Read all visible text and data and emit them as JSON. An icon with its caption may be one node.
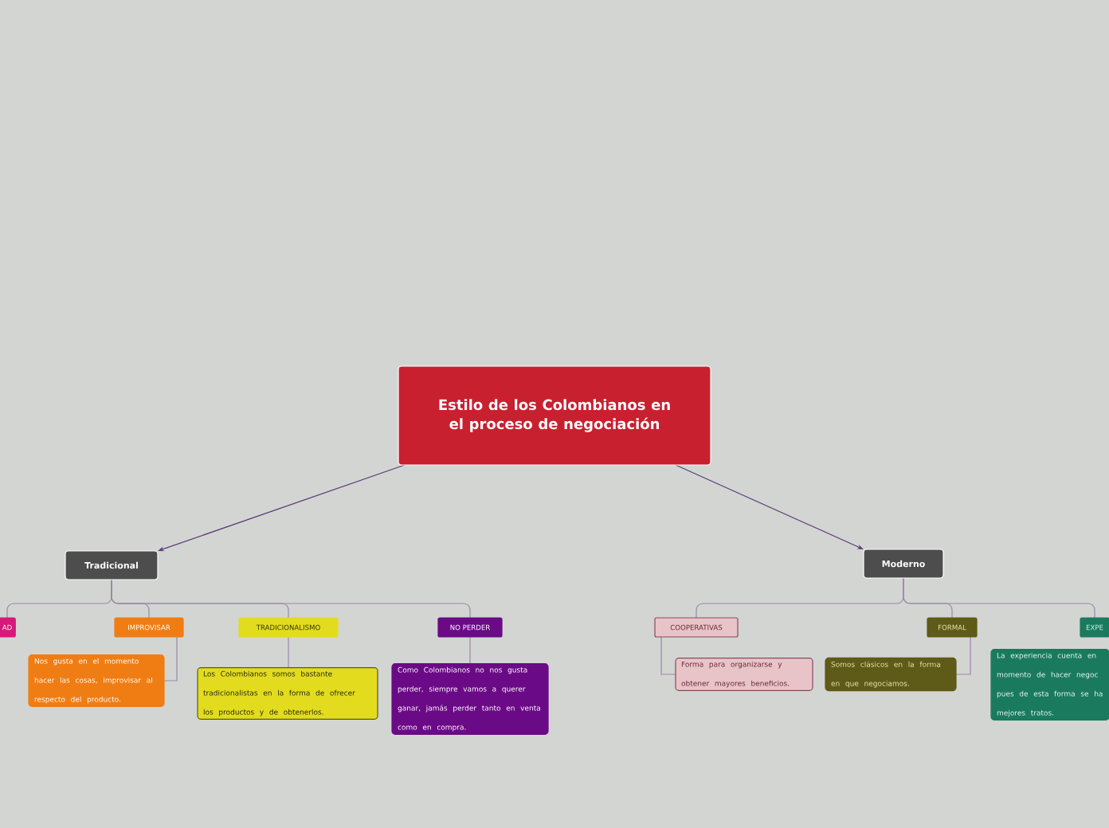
{
  "diagram": {
    "nodes": [
      {
        "text": [
          "Estilo de los Colombianos en el proceso de negociación"
        ]
      },
      {
        "text": [
          "Tradicional"
        ]
      },
      {
        "text": [
          "Moderno"
        ]
      },
      {
        "text": [
          "AD"
        ]
      },
      {
        "text": [
          "IMPROVISAR"
        ]
      },
      {
        "text": [
          "Nos gusta en el momento hacer las cosas, improvisar al respecto del producto."
        ]
      },
      {
        "text": [
          "TRADICIONALISMO"
        ]
      },
      {
        "text": [
          "Los Colombianos somos bastante tradicionalistas en la forma de ofrecer los productos y de obtenerlos."
        ]
      },
      {
        "text": [
          "NO PERDER"
        ]
      },
      {
        "text": [
          "Como Colombianos no nos gusta perder, siempre vamos a querer ganar, jamás perder tanto en venta como en compra."
        ]
      },
      {
        "text": [
          "COOPERATIVAS"
        ]
      },
      {
        "text": [
          "Forma para organizarse y obtener mayores beneficios."
        ]
      },
      {
        "text": [
          "FORMAL"
        ]
      },
      {
        "text": [
          "Somos clásicos en la forma en que negociamos."
        ]
      },
      {
        "text": [
          "EXPE"
        ]
      },
      {
        "text": [
          "La experiencia cuenta en momento de hacer negoc pues de esta forma se ha mejores tratos."
        ]
      }
    ],
    "edges": [
      {
        "from": 0,
        "to": 1,
        "arrow": "to",
        "color": "#5b3a78"
      },
      {
        "from": 0,
        "to": 2,
        "arrow": "to",
        "color": "#5b3a78"
      },
      {
        "from": 1,
        "to": 3,
        "arrow": "none"
      },
      {
        "from": 1,
        "to": 4,
        "arrow": "none"
      },
      {
        "from": 1,
        "to": 6,
        "arrow": "none"
      },
      {
        "from": 1,
        "to": 8,
        "arrow": "none"
      },
      {
        "from": 2,
        "to": 10,
        "arrow": "none"
      },
      {
        "from": 2,
        "to": 12,
        "arrow": "none"
      },
      {
        "from": 2,
        "to": 14,
        "arrow": "none"
      },
      {
        "from": 4,
        "to": 5,
        "arrow": "none"
      },
      {
        "from": 6,
        "to": 7,
        "arrow": "none"
      },
      {
        "from": 8,
        "to": 9,
        "arrow": "none"
      },
      {
        "from": 10,
        "to": 11,
        "arrow": "none"
      },
      {
        "from": 12,
        "to": 13,
        "arrow": "none"
      }
    ]
  }
}
